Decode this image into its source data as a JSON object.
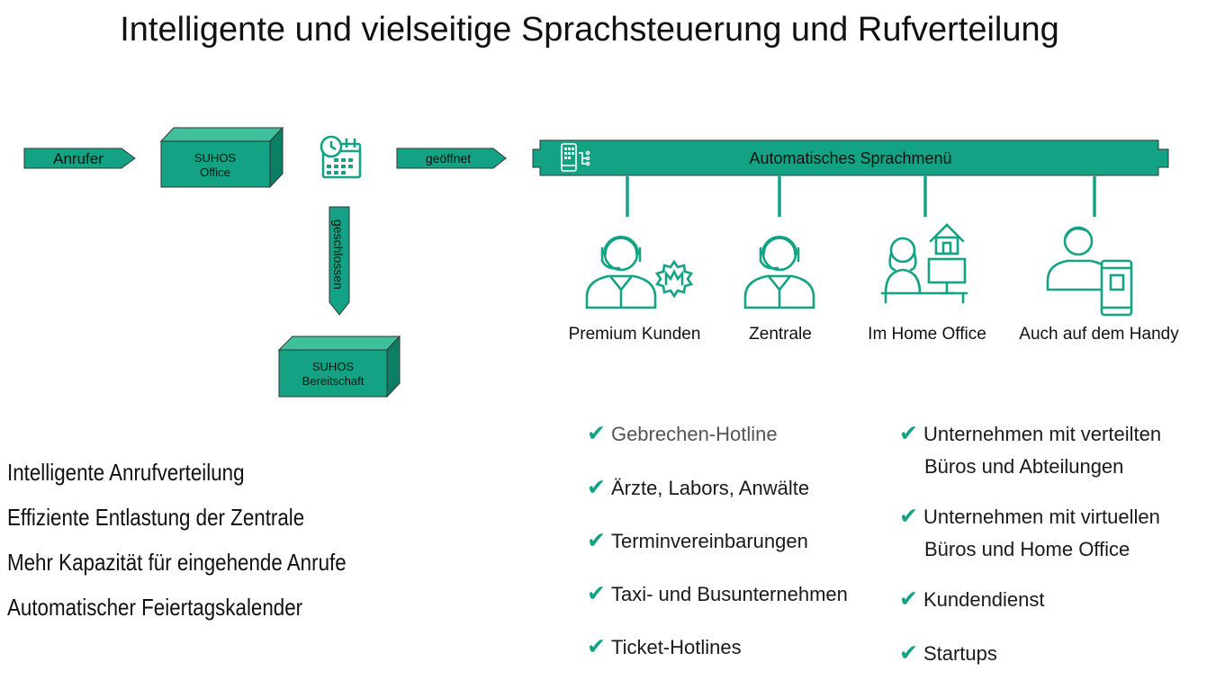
{
  "title": "Intelligente und vielseitige Sprachsteuerung und Rufverteilung",
  "colors": {
    "accent": "#13a384",
    "accent_light": "#3fc09c",
    "accent_dark": "#0b7f63",
    "border": "#333333"
  },
  "flow": {
    "caller_label": "Anrufer",
    "office_box": {
      "line1": "SUHOS",
      "line2": "Office"
    },
    "calendar_icon": "calendar-clock-icon",
    "open_label": "geöffnet",
    "closed_label": "geschlossen",
    "standby_box": {
      "line1": "SUHOS",
      "line2": "Bereitschaft"
    },
    "menu_label": "Automatisches Sprachmenü",
    "menu_icon": "phone-tree-icon"
  },
  "destinations": [
    {
      "label": "Premium Kunden",
      "icon": "agent-headset-crown-icon"
    },
    {
      "label": "Zentrale",
      "icon": "agent-headset-icon"
    },
    {
      "label": "Im Home Office",
      "icon": "home-office-icon"
    },
    {
      "label": "Auch auf dem Handy",
      "icon": "mobile-user-icon"
    }
  ],
  "features": [
    "Intelligente Anrufverteilung",
    "Effiziente Entlastung der Zentrale",
    "Mehr Kapazität für eingehende Anrufe",
    "Automatischer Feiertagskalender"
  ],
  "check_glyph": "✔",
  "use_cases_left": [
    {
      "text": "Gebrechen-Hotline"
    },
    {
      "text": "Ärzte, Labors, Anwälte"
    },
    {
      "text": "Terminvereinbarungen"
    },
    {
      "text": "Taxi- und Busunternehmen"
    },
    {
      "text": "Ticket-Hotlines"
    }
  ],
  "use_cases_right": [
    {
      "text": "Unternehmen mit verteilten",
      "cont": "Büros und Abteilungen"
    },
    {
      "text": "Unternehmen mit virtuellen",
      "cont": "Büros und Home Office"
    },
    {
      "text": "Kundendienst"
    },
    {
      "text": "Startups"
    }
  ]
}
